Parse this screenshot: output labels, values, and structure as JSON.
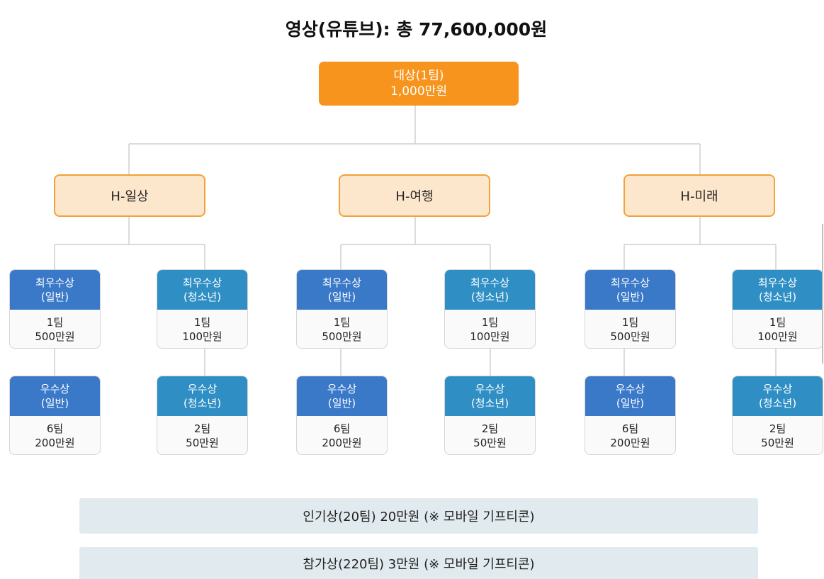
{
  "title": "영상(유튜브): 총 77,600,000원",
  "grand_prize": {
    "line1": "대상(1팀)",
    "line2": "1,000만원"
  },
  "categories": [
    {
      "label": "H-일상",
      "awards": [
        {
          "name": "최우수상",
          "group": "(일반)",
          "teams": "1팀",
          "amount": "500만원"
        },
        {
          "name": "최우수상",
          "group": "(청소년)",
          "teams": "1팀",
          "amount": "100만원"
        },
        {
          "name": "우수상",
          "group": "(일반)",
          "teams": "6팀",
          "amount": "200만원"
        },
        {
          "name": "우수상",
          "group": "(청소년)",
          "teams": "2팀",
          "amount": "50만원"
        }
      ]
    },
    {
      "label": "H-여행",
      "awards": [
        {
          "name": "최우수상",
          "group": "(일반)",
          "teams": "1팀",
          "amount": "500만원"
        },
        {
          "name": "최우수상",
          "group": "(청소년)",
          "teams": "1팀",
          "amount": "100만원"
        },
        {
          "name": "우수상",
          "group": "(일반)",
          "teams": "6팀",
          "amount": "200만원"
        },
        {
          "name": "우수상",
          "group": "(청소년)",
          "teams": "2팀",
          "amount": "50만원"
        }
      ]
    },
    {
      "label": "H-미래",
      "awards": [
        {
          "name": "최우수상",
          "group": "(일반)",
          "teams": "1팀",
          "amount": "500만원"
        },
        {
          "name": "최우수상",
          "group": "(청소년)",
          "teams": "1팀",
          "amount": "100만원"
        },
        {
          "name": "우수상",
          "group": "(일반)",
          "teams": "6팀",
          "amount": "200만원"
        },
        {
          "name": "우수상",
          "group": "(청소년)",
          "teams": "2팀",
          "amount": "50만원"
        }
      ]
    }
  ],
  "popularity_prize": "인기상(20팀) 20만원  (※ 모바일 기프티콘)",
  "participation_prize": "참가상(220팀) 3만원  (※ 모바일 기프티콘)",
  "colors": {
    "grand": "#f7941d",
    "category_fill": "#fde7cc",
    "category_border": "#f3a13a",
    "general": "#3a78c8",
    "youth": "#2f8fc4",
    "bar": "#e1ebef"
  }
}
